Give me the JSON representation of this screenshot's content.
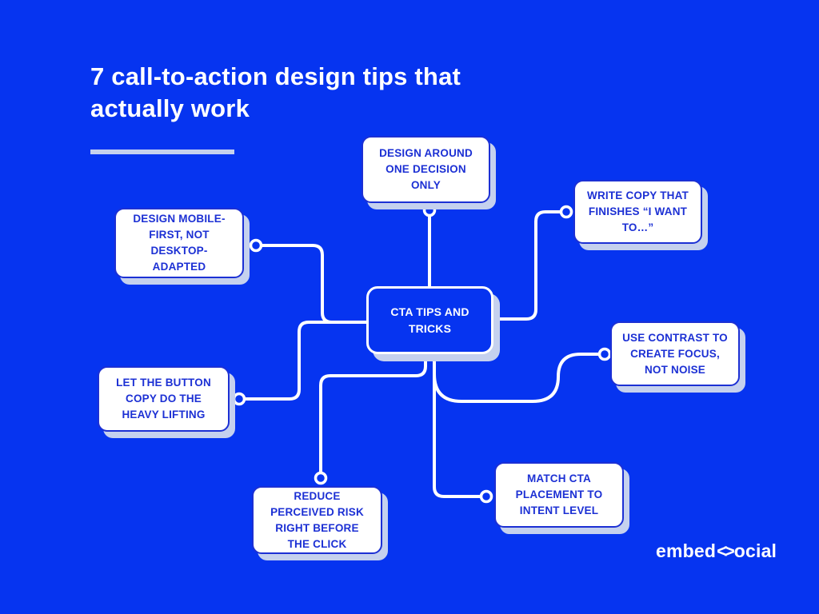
{
  "title": {
    "text": "7 call-to-action design tips that\nactually work"
  },
  "center_node": {
    "label": "CTA TIPS AND\nTRICKS"
  },
  "nodes": [
    {
      "id": "design-around",
      "label": "DESIGN AROUND\nONE DECISION\nONLY"
    },
    {
      "id": "write-copy",
      "label": "WRITE COPY THAT\nFINISHES “I WANT\nTO…”"
    },
    {
      "id": "use-contrast",
      "label": "USE CONTRAST TO\nCREATE FOCUS,\nNOT NOISE"
    },
    {
      "id": "match-cta",
      "label": "MATCH CTA\nPLACEMENT TO\nINTENT LEVEL"
    },
    {
      "id": "reduce-risk",
      "label": "REDUCE\nPERCEIVED RISK\nRIGHT BEFORE\nTHE CLICK"
    },
    {
      "id": "let-button",
      "label": "LET THE BUTTON\nCOPY DO THE\nHEAVY LIFTING"
    },
    {
      "id": "mobile-first",
      "label": "DESIGN MOBILE-\nFIRST, NOT\nDESKTOP-\nADAPTED"
    }
  ],
  "logo": {
    "prefix": "embed",
    "glyph": "<>",
    "suffix": "ocial"
  },
  "colors": {
    "background": "#0634F0",
    "node_ink": "#1C30D4",
    "node_bg": "#FFFFFF",
    "shadow": "#C5D1EE",
    "line": "#FFFFFF"
  }
}
